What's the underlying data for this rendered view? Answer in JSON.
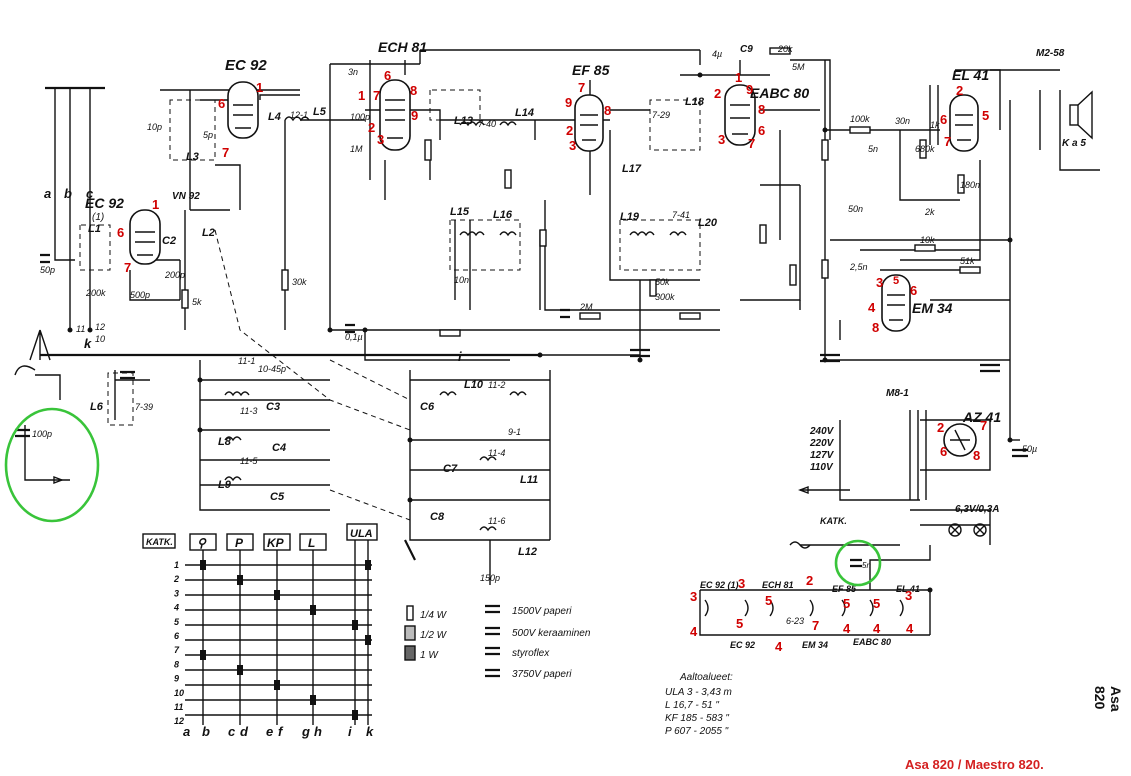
{
  "tubes": [
    {
      "id": "ec92-a",
      "label": "EC 92",
      "pins": [
        "1",
        "6",
        "7"
      ]
    },
    {
      "id": "ec92-b",
      "label": "EC 92",
      "sub": "(1)",
      "pins": [
        "1",
        "6",
        "7"
      ]
    },
    {
      "id": "ech81",
      "label": "ECH 81",
      "pins": [
        "6",
        "7",
        "8",
        "9",
        "1",
        "2",
        "3"
      ]
    },
    {
      "id": "ef85",
      "label": "EF 85",
      "pins": [
        "7",
        "9",
        "8",
        "2",
        "3"
      ]
    },
    {
      "id": "eabc80",
      "label": "EABC 80",
      "pins": [
        "1",
        "2",
        "9",
        "8",
        "6",
        "7",
        "3"
      ]
    },
    {
      "id": "el41",
      "label": "EL 41",
      "pins": [
        "2",
        "6",
        "5",
        "7"
      ]
    },
    {
      "id": "em34",
      "label": "EM 34",
      "pins": [
        "3",
        "5",
        "6",
        "4",
        "8"
      ]
    },
    {
      "id": "az41",
      "label": "AZ 41",
      "pins": [
        "2",
        "7",
        "6",
        "8"
      ]
    }
  ],
  "coils": [
    "L1",
    "L2",
    "L3",
    "L4",
    "L5",
    "L6",
    "L8",
    "L9",
    "L10",
    "L11",
    "L12",
    "L13",
    "L14",
    "L15",
    "L16",
    "L17",
    "L18",
    "L19",
    "L20"
  ],
  "components": {
    "caps": [
      "10p",
      "50p",
      "200p",
      "100p",
      "500p",
      "5p",
      "10n",
      "50n",
      "0,1µ",
      "3n",
      "4µ",
      "C9",
      "C2",
      "C3",
      "C4",
      "C5",
      "C6",
      "C7",
      "C8",
      "2,5n",
      "30n",
      "5n",
      "150p",
      "10-45p",
      "50µ"
    ],
    "resistors": [
      "200k",
      "1M",
      "30k",
      "5k",
      "20k",
      "5M",
      "100k",
      "680k",
      "180n",
      "2M",
      "10k",
      "51k",
      "300k",
      "1k",
      "2k",
      "50k"
    ],
    "misc": [
      "VN 92",
      "12-1",
      "7-39",
      "7-40",
      "7-29",
      "7-41",
      "11-1",
      "11-2",
      "11-3",
      "11-4",
      "11-5",
      "11-6",
      "9-1",
      "6-23",
      "M2-58",
      "M8-1",
      "KATK.",
      "K a 5",
      "a",
      "b",
      "c",
      "k",
      "i",
      "12",
      "10",
      "11"
    ]
  },
  "transformer": {
    "voltages": [
      "240V",
      "220V",
      "127V",
      "110V"
    ],
    "lamp": "6,3V/0,3A",
    "label": "KATK."
  },
  "switch_table": {
    "headers": [
      "KATK.",
      "⚲",
      "P",
      "KP",
      "L",
      "ULA"
    ],
    "rows": [
      "1",
      "2",
      "3",
      "4",
      "5",
      "6",
      "7",
      "8",
      "9",
      "10",
      "11",
      "12"
    ],
    "columns": [
      "a",
      "b",
      "c",
      "d",
      "e",
      "f",
      "g",
      "h",
      "i",
      "k"
    ]
  },
  "legend": {
    "resistors": [
      "1/4 W",
      "1/2 W",
      "1 W"
    ],
    "capacitors": [
      "1500V paperi",
      "500V keraaminen",
      "styroflex",
      "3750V paperi"
    ]
  },
  "bands": {
    "title": "Aaltoalueet:",
    "items": [
      "ULA   3 - 3,43 m",
      "L   16,7 -  51 \"",
      "KF  185 - 583 \"",
      "P   607 - 2055 \""
    ]
  },
  "heater_chain": {
    "tubes": [
      "EC 92 (1)",
      "ECH 81",
      "EF 85",
      "EL 41",
      "EC 92",
      "EM 34",
      "EABC 80"
    ],
    "pins": [
      "3",
      "3",
      "2",
      "3",
      "5",
      "5",
      "5",
      "5",
      "4",
      "4",
      "7",
      "4",
      "4",
      "4"
    ]
  },
  "annotations": {
    "model_side": "Asa 820",
    "caption": "Asa 820  / Maestro 820."
  },
  "colors": {
    "pin": "#d00000",
    "highlight": "#39c43a",
    "ink": "#111111",
    "caption": "#d42020"
  }
}
